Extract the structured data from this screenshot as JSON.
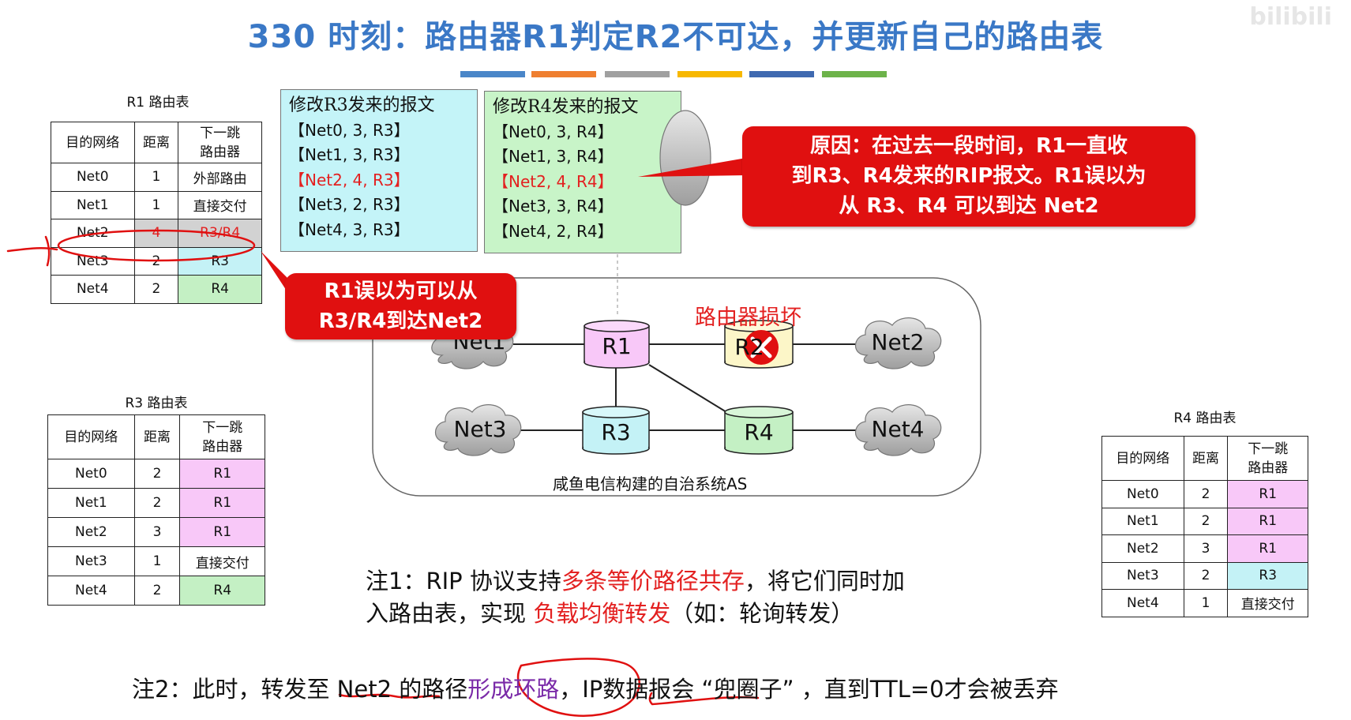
{
  "title": "330 时刻：路由器R1判定R2不可达，并更新自己的路由表",
  "watermark": "bilibili",
  "colors": {
    "title": "#3a78c6",
    "red": "#e01010",
    "pink": "#f8c8f8",
    "cyan": "#c4f2f6",
    "green": "#c4f0c4",
    "grey": "#d2d2d2",
    "msg_r3_bg": "#c4f4f8",
    "msg_r4_bg": "#c8f4c8",
    "bars": [
      "#4a86c8",
      "#ef7f30",
      "#a0a0a0",
      "#f7b800",
      "#3f69b0",
      "#6db34a"
    ]
  },
  "tables": {
    "header": {
      "dest": "目的网络",
      "dist": "距离",
      "next": "下一跳\n路由器"
    },
    "r1": {
      "caption": "R1 路由表",
      "rows": [
        {
          "dest": "Net0",
          "dist": "1",
          "next": "外部路由",
          "style": ""
        },
        {
          "dest": "Net1",
          "dist": "1",
          "next": "直接交付",
          "style": ""
        },
        {
          "dest": "Net2",
          "dist": "4",
          "next": "R3/R4",
          "style": "grey"
        },
        {
          "dest": "Net3",
          "dist": "2",
          "next": "R3",
          "style": "cyan"
        },
        {
          "dest": "Net4",
          "dist": "2",
          "next": "R4",
          "style": "green"
        }
      ]
    },
    "r3": {
      "caption": "R3 路由表",
      "rows": [
        {
          "dest": "Net0",
          "dist": "2",
          "next": "R1",
          "style": "pink"
        },
        {
          "dest": "Net1",
          "dist": "2",
          "next": "R1",
          "style": "pink"
        },
        {
          "dest": "Net2",
          "dist": "3",
          "next": "R1",
          "style": "pink"
        },
        {
          "dest": "Net3",
          "dist": "1",
          "next": "直接交付",
          "style": ""
        },
        {
          "dest": "Net4",
          "dist": "2",
          "next": "R4",
          "style": "green"
        }
      ]
    },
    "r4": {
      "caption": "R4 路由表",
      "rows": [
        {
          "dest": "Net0",
          "dist": "2",
          "next": "R1",
          "style": "pink"
        },
        {
          "dest": "Net1",
          "dist": "2",
          "next": "R1",
          "style": "pink"
        },
        {
          "dest": "Net2",
          "dist": "3",
          "next": "R1",
          "style": "pink"
        },
        {
          "dest": "Net3",
          "dist": "2",
          "next": "R3",
          "style": "cyan"
        },
        {
          "dest": "Net4",
          "dist": "1",
          "next": "直接交付",
          "style": ""
        }
      ]
    }
  },
  "messages": {
    "r3": {
      "title": "修改R3发来的报文",
      "lines": [
        "【Net0, 3, R3】",
        "【Net1, 3, R3】",
        "【Net2, 4, R3】",
        "【Net3, 2, R3】",
        "【Net4, 3, R3】"
      ]
    },
    "r4": {
      "title": "修改R4发来的报文",
      "lines": [
        "【Net0, 3, R4】",
        "【Net1, 3, R4】",
        "【Net2, 4, R4】",
        "【Net3, 3, R4】",
        "【Net4, 2, R4】"
      ]
    }
  },
  "callouts": {
    "reason": [
      "原因：在过去一段时间，R1一直收",
      "到R3、R4发来的RIP报文。R1误以为",
      "从 R3、R4 可以到达 Net2"
    ],
    "mistake": [
      "R1误以为可以从",
      "R3/R4到达Net2"
    ]
  },
  "network": {
    "routers": {
      "r1": "R1",
      "r2": "R2",
      "r3": "R3",
      "r4": "R4"
    },
    "nets": {
      "net1": "Net1",
      "net2": "Net2",
      "net3": "Net3",
      "net4": "Net4"
    },
    "broken_label": "路由器损坏",
    "as_label": "咸鱼电信构建的自治系统AS"
  },
  "notes": {
    "note1": {
      "line1": [
        "注1：RIP 协议支持",
        "多条等价路径共存",
        "，将它们同时加"
      ],
      "line2": [
        "入路由表，实现 ",
        "负载均衡转发",
        "（如：轮询转发）"
      ]
    },
    "note2": [
      "注2：此时，转发至 Net2 的路径",
      "形成环路",
      "，IP数据报会 “兜圈子” ，直到TTL=0才会被丢弃"
    ]
  }
}
